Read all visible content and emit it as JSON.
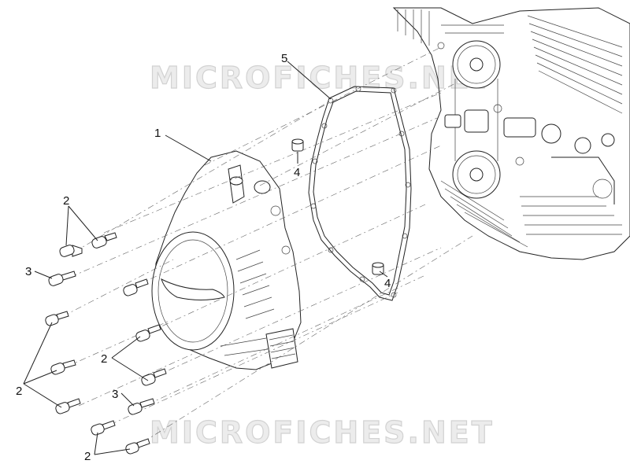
{
  "watermark": {
    "top": "MICROFICHES.NET",
    "bottom": "MICROFICHES.NET"
  },
  "callouts": [
    {
      "id": "c1",
      "label": "1"
    },
    {
      "id": "c2a",
      "label": "2"
    },
    {
      "id": "c3a",
      "label": "3"
    },
    {
      "id": "c2b",
      "label": "2"
    },
    {
      "id": "c2c",
      "label": "2"
    },
    {
      "id": "c3b",
      "label": "3"
    },
    {
      "id": "c2d",
      "label": "2"
    },
    {
      "id": "c4a",
      "label": "4"
    },
    {
      "id": "c4b",
      "label": "4"
    },
    {
      "id": "c5",
      "label": "5"
    }
  ]
}
